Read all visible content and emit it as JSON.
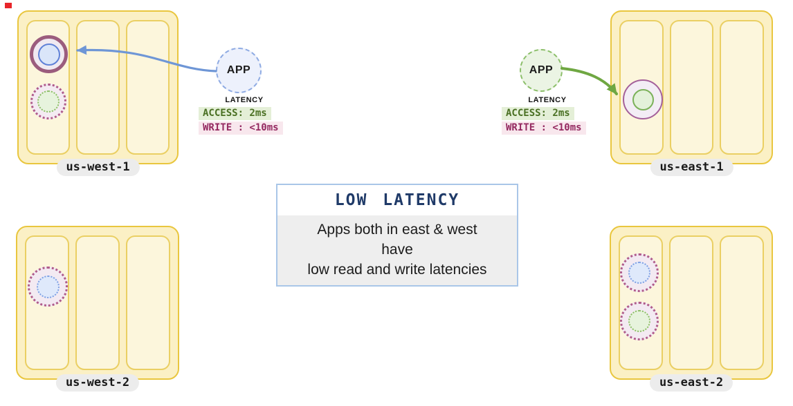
{
  "marker": {
    "color": "#e8252a"
  },
  "regions": [
    {
      "name": "us-west-1"
    },
    {
      "name": "us-east-1"
    },
    {
      "name": "us-west-2"
    },
    {
      "name": "us-east-2"
    }
  ],
  "apps": {
    "west": {
      "label": "APP"
    },
    "east": {
      "label": "APP"
    }
  },
  "latency_panels": {
    "west": {
      "title": "LATENCY",
      "access": "ACCESS: 2ms",
      "write": "WRITE : <10ms"
    },
    "east": {
      "title": "LATENCY",
      "access": "ACCESS: 2ms",
      "write": "WRITE : <10ms"
    }
  },
  "callout": {
    "title": "LOW LATENCY",
    "lines": [
      "Apps both in east & west",
      "have",
      "low read and write latencies"
    ]
  },
  "colors": {
    "region_fill": "#fbf0c5",
    "region_border": "#e9c63e",
    "zone_fill": "#fcf6dc",
    "zone_border": "#eacf63",
    "primary_node_border_west": "#9b5c7d",
    "primary_node_border_east": "#a4609a",
    "replica_dot_border": "#b05c8b",
    "app_west_border": "#8fabe3",
    "app_east_border": "#8cbf6a",
    "arrow_blue": "#6e96d6",
    "arrow_green": "#6fa742",
    "access_text": "#4a7023",
    "access_bg": "#e4efd7",
    "write_text": "#942960",
    "write_bg": "#f8e7ed",
    "callout_title_text": "#1f3a68",
    "callout_border": "#a9c6e8"
  }
}
